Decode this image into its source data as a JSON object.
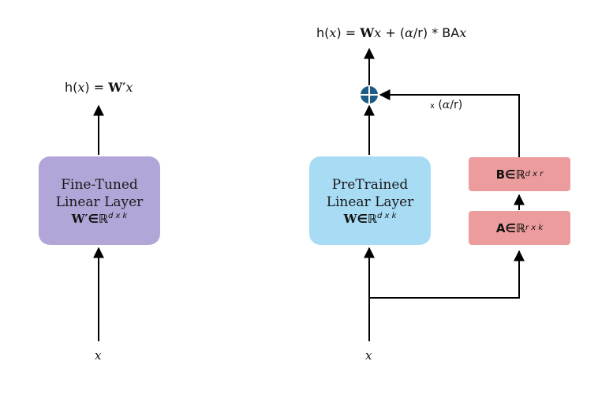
{
  "left": {
    "output_label": {
      "prefix": "h(",
      "var": "x",
      "mid": ") = ",
      "weight": "W",
      "prime": "′",
      "suffix_var": "x"
    },
    "box": {
      "title_line1": "Fine-Tuned",
      "title_line2": "Linear Layer",
      "math_weight": "W′",
      "math_in": "∈",
      "math_set": "ℝ",
      "math_dims": "d x k",
      "color": "#b2a6d8"
    },
    "input_label": "x"
  },
  "right": {
    "output_label": {
      "prefix": "h(",
      "var": "x",
      "mid": ") = ",
      "weight": "W",
      "var2": "x",
      "plus": " + (",
      "alpha": "α",
      "ratio": "/r) * BA",
      "var3": "x"
    },
    "box": {
      "title_line1": "PreTrained",
      "title_line2": "Linear Layer",
      "math_weight": "W",
      "math_in": "∈",
      "math_set": "ℝ",
      "math_dims": "d x k",
      "color": "#a8dcf5"
    },
    "matrix_b": {
      "name": "B",
      "in": "∈",
      "set": "ℝ",
      "dims": "d x r",
      "color": "#ec9c9c"
    },
    "matrix_a": {
      "name": "A",
      "in": "∈",
      "set": "ℝ",
      "dims": "r x k",
      "color": "#ec9c9c"
    },
    "scale_label": {
      "x": "x",
      "open": "(",
      "alpha": "α",
      "close": "/r)"
    },
    "adder_color": "#1d5a86",
    "input_label": "x"
  }
}
